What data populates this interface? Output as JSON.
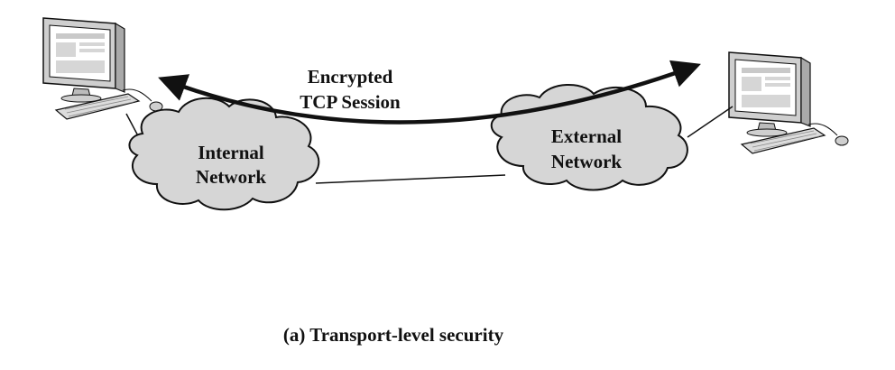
{
  "diagram": {
    "arrow_label_line1": "Encrypted",
    "arrow_label_line2": "TCP Session",
    "internal_network_line1": "Internal",
    "internal_network_line2": "Network",
    "external_network_line1": "External",
    "external_network_line2": "Network",
    "caption": "(a) Transport-level security"
  },
  "colors": {
    "cloud_fill": "#d6d6d6",
    "screen_fill": "#c9c9c9",
    "monitor_body": "#cfcfcf",
    "outline": "#111111"
  },
  "icons": {
    "left_host": "desktop-computer-icon",
    "right_host": "desktop-computer-icon"
  }
}
